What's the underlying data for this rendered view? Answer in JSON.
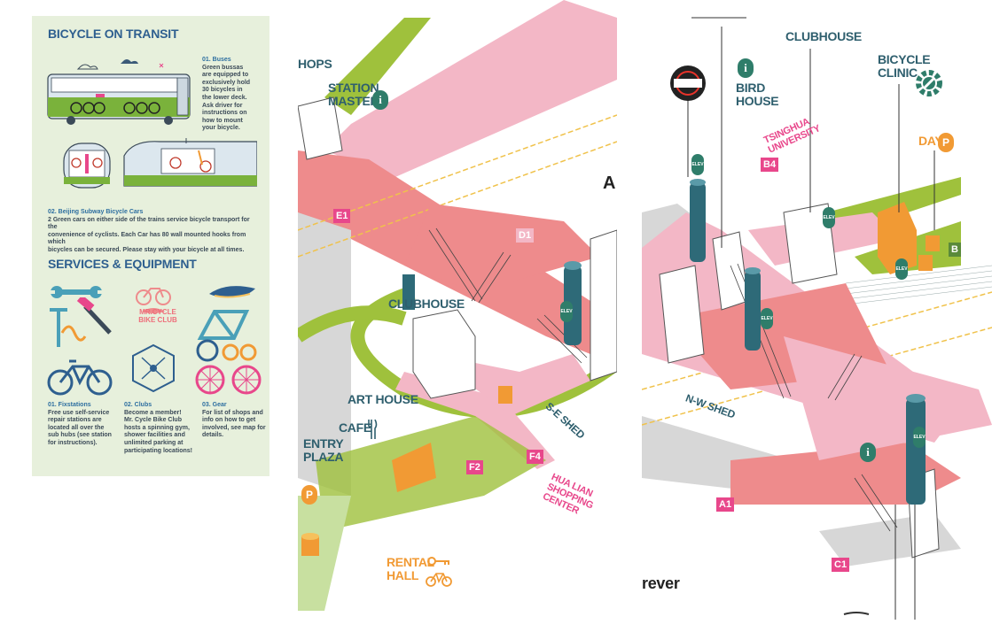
{
  "colors": {
    "panel_bg": "#e7f0dc",
    "heading": "#2e5f8f",
    "platform_pink": "#ee8b8c",
    "walkway_light_pink": "#f3b7c6",
    "grass_green": "#9fc13c",
    "teal": "#2f7d6a",
    "orange": "#f19a34",
    "label_pink": "#e8478b"
  },
  "panel": {
    "title_transit": "BICYCLE ON TRANSIT",
    "buses_heading": "01. Buses",
    "buses_body": "Green bussas\nare equipped  to\nexclusively hold\n30 bicycles in\nthe lower deck.\nAsk driver for\ninstructions on\nhow to mount\nyour bicycle.",
    "subway_heading": "02. Beijing Subway Bicycle Cars",
    "subway_body": "2 Green cars on either side of the trains service bicycle transport for the\nconvenience of cyclists. Each Car has 80 wall mounted hooks from which\nbicycles can be secured. Please stay with your bicycle at all times.",
    "title_services": "SERVICES & EQUIPMENT",
    "club_logo_line1": "MR.CYCLE",
    "club_logo_line2": "BIKE CLUB",
    "fix_heading": "01. Fixstations",
    "fix_body": "Free use self-service\nrepair stations are\nlocated all over the\nsub hubs (see station\nfor instructions).",
    "clubs_heading": "02. Clubs",
    "clubs_body": "Become a member!\nMr. Cycle Bike Club\nhosts a spinning gym,\nshower facilities and\nunlimited parking at\nparticipating locations!",
    "gear_heading": "03. Gear",
    "gear_body": "For list of shops and\ninfo on how to get\ninvolved, see map for\ndetails."
  },
  "map_left": {
    "labels": {
      "shops": "HOPS",
      "station_master": "STATION\nMASTER",
      "clubhouse": "CLUBHOUSE",
      "art_house": "ART HOUSE",
      "cafe": "CAFE",
      "entry_plaza": "ENTRY\nPLAZA",
      "rental_hall": "RENTAL\nHALL",
      "se_shed": "S-E SHED",
      "hua_lian": "HUA LIAN\nSHOPPING CENTER",
      "edge_letters": "A"
    },
    "tags": {
      "e1": "E1",
      "d1": "D1",
      "f2": "F2",
      "f4": "F4"
    },
    "info_glyph": "i",
    "elev_text": "ELEV",
    "p_glyph": "P"
  },
  "map_right": {
    "labels": {
      "clubhouse": "CLUBHOUSE",
      "bicycle_clinic": "BICYCLE\nCLINIC",
      "bird_house": "BIRD\nHOUSE",
      "tsinghua": "TSINGHUA\nUNIVERSITY",
      "day": "DAY",
      "nw_shed": "N-W SHED",
      "rever": "rever"
    },
    "tags": {
      "b4": "B4",
      "a1": "A1",
      "c1": "C1",
      "b": "B"
    },
    "info_glyph": "i",
    "elev_text": "ELEV",
    "p_glyph": "P"
  },
  "icons": [
    "bus-icon",
    "subway-car-icon",
    "wrench-icon",
    "hammer-icon",
    "bicycle-icon",
    "bike-club-logo-icon",
    "bike-seat-icon",
    "bike-frame-icon",
    "chain-icon",
    "wheel-icon",
    "gear-icon",
    "key-icon",
    "fork-knife-icon",
    "schwinn-logo-icon",
    "info-icon",
    "parking-icon",
    "elevator-icon"
  ]
}
